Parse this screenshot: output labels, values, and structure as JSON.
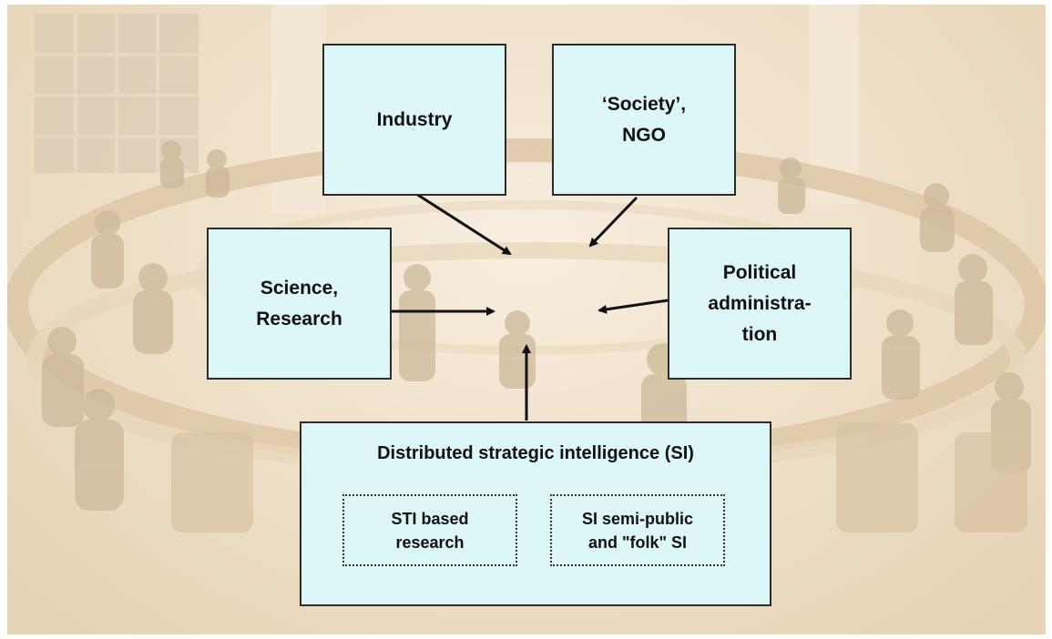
{
  "nodes": {
    "industry": "Industry",
    "society_line1": "‘Society’,",
    "society_line2": "NGO",
    "science_line1": "Science,",
    "science_line2": "Research",
    "political_line1": "Political",
    "political_line2": "administra-",
    "political_line3": "tion",
    "si_title": "Distributed strategic intelligence (SI)",
    "sti_line1": "STI based",
    "sti_line2": "research",
    "folk_line1": "SI semi-public",
    "folk_line2": "and \"folk\" SI"
  },
  "colors": {
    "box_fill": "#ddf6f7",
    "border": "#2b2b2b",
    "arrow": "#111111"
  }
}
